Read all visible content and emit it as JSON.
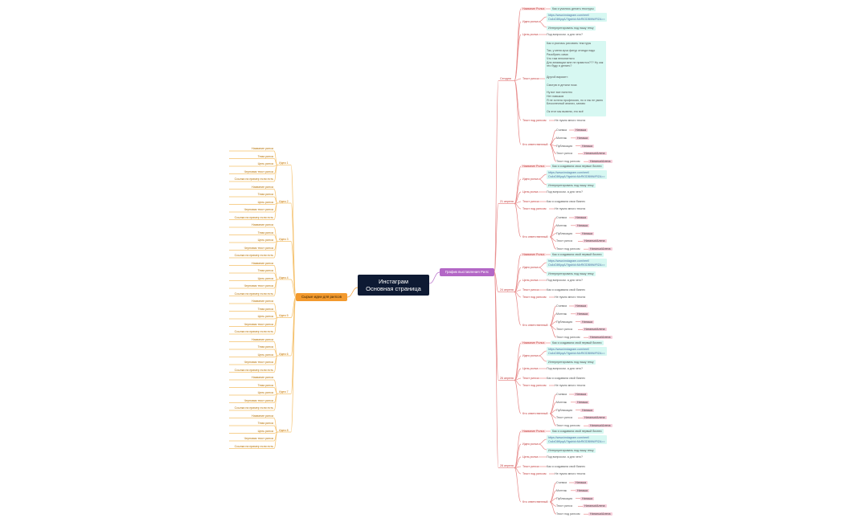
{
  "central": {
    "line1": "Инстаграм",
    "line2": "Основная страница"
  },
  "left_branch": {
    "label": "Сырые идеи для рилсов",
    "ideas": [
      {
        "label": "Идея 1",
        "leaves": [
          "Название рилса",
          "Тема рилса",
          "Цель рилса",
          "Черновик текст рилса",
          "Ссылка на пример если есть"
        ]
      },
      {
        "label": "Идея 2",
        "leaves": [
          "Название рилса",
          "Тема рилса",
          "Цель рилса",
          "Черновик текст рилса",
          "Ссылка на пример если есть"
        ]
      },
      {
        "label": "Идея 3",
        "leaves": [
          "Название рилса",
          "Тема рилса",
          "Цель рилса",
          "Черновик текст рилса",
          "Ссылка на пример если есть"
        ]
      },
      {
        "label": "Идея 4",
        "leaves": [
          "Название рилса",
          "Тема рилса",
          "Цель рилса",
          "Черновик текст рилса",
          "Ссылка на пример если есть"
        ]
      },
      {
        "label": "Идея 5",
        "leaves": [
          "Название рилса",
          "Тема рилса",
          "Цель рилса",
          "Черновик текст рилса",
          "Ссылка на пример если есть"
        ]
      },
      {
        "label": "Идея 6",
        "leaves": [
          "Название рилса",
          "Тема рилса",
          "Цель рилса",
          "Черновик текст рилса",
          "Ссылка на пример если есть"
        ]
      },
      {
        "label": "Идея 7",
        "leaves": [
          "Название рилса",
          "Тема рилса",
          "Цель рилса",
          "Черновик текст рилса",
          "Ссылка на пример если есть"
        ]
      },
      {
        "label": "Идея 8",
        "leaves": [
          "Название рилса",
          "Тема рилса",
          "Цель рилса",
          "Черновик текст рилса",
          "Ссылка на пример если есть"
        ]
      }
    ]
  },
  "right_branch": {
    "label": "График выставления Рилс",
    "dates": [
      {
        "label": "Сегодня",
        "name_label": "Название Рилса",
        "name_value": "Как я учились делать текстуры",
        "idea_label": "Идея рилса",
        "idea_link": "https://www.instagram.com/reel/\nCs4xD8KpqA/?igshid=MzRlODBiNWFlZA==",
        "idea_note": "Интерпретировать под нашу тему",
        "goal_label": "Цель рилса",
        "goal_value": "Под вопросом. а для чего?",
        "text_label": "Текст рилса",
        "text_value": "Как я училась рисовать текстуры\n\nТак, у меня куча фигур отсюда надо\nРазобрать сама\nЧто там непонятного\nДля анимации мне не нравится??? Ну как\nэто буду я делать?\n\n\nДругой вариант:\n\nСмотрю в детали поза\n\nНу вот все понятно\nНет навыков\nЯ не хотела профессию, но я так не умею\nБесконечный анализ, заново\n\nОк этот мы вывели, это всё",
        "under_label": "Текст под рилсом",
        "under_value": "Не нужно много текста",
        "resp_label": "Кто ответственный",
        "responsibles": [
          {
            "task": "Съемка",
            "person": "Наташа"
          },
          {
            "task": "Монтаж",
            "person": "Наташа"
          },
          {
            "task": "Публикация",
            "person": "Наташа"
          },
          {
            "task": "Текст рилса",
            "person": "Наталья/Алена"
          },
          {
            "task": "Текст под рилсом",
            "person": "Наталья/Алена"
          }
        ]
      },
      {
        "label": "21 апреля",
        "name_label": "Название Рилса",
        "name_value": "Как я создавала свои первые бизнес",
        "idea_label": "Идея рилса",
        "idea_link": "https://www.instagram.com/reel/\nCs4xD8KpqA/?igshid=MzRlODBiNWFlZA==",
        "idea_note": "Интерпретировать под нашу тему",
        "goal_label": "Цель рилса",
        "goal_value": "Под вопросом. а для чего?",
        "text_label": "Текст рилса",
        "text_value": "Как я создавала свои бизнес",
        "under_label": "Текст под рилсом",
        "under_value": "Не нужно много текста",
        "resp_label": "Кто ответственный",
        "responsibles": [
          {
            "task": "Съемка",
            "person": "Наташа"
          },
          {
            "task": "Монтаж",
            "person": "Наташа"
          },
          {
            "task": "Публикация",
            "person": "Наташа"
          },
          {
            "task": "Текст рилса",
            "person": "Наталья/Алена"
          },
          {
            "task": "Текст под рилсом",
            "person": "Наталья/Алена"
          }
        ]
      },
      {
        "label": "24 апреля",
        "name_label": "Название Рилса",
        "name_value": "Как я создавала свой первый бизнес",
        "idea_label": "Идея рилса",
        "idea_link": "https://www.instagram.com/reel/\nCs4xD8KpqA/?igshid=MzRlODBiNWFlZA==",
        "idea_note": "Интерпретировать под нашу тему",
        "goal_label": "Цель рилса",
        "goal_value": "Под вопросом. а для чего?",
        "text_label": "Текст рилса",
        "text_value": "Как я создавала свой бизнес",
        "under_label": "Текст под рилсом",
        "under_value": "Не нужно много текста",
        "resp_label": "Кто ответственный",
        "responsibles": [
          {
            "task": "Съемка",
            "person": "Наташа"
          },
          {
            "task": "Монтаж",
            "person": "Наташа"
          },
          {
            "task": "Публикация",
            "person": "Наташа"
          },
          {
            "task": "Текст рилса",
            "person": "Наталья/Алена"
          },
          {
            "task": "Текст под рилсом",
            "person": "Наталья/Алена"
          }
        ]
      },
      {
        "label": "26 апреля",
        "name_label": "Название Рилса",
        "name_value": "Как я создавала свой первый бизнес",
        "idea_label": "Идея рилса",
        "idea_link": "https://www.instagram.com/reel/\nCs4xD8KpqA/?igshid=MzRlODBiNWFlZA==",
        "idea_note": "Интерпретировать под нашу тему",
        "goal_label": "Цель рилса",
        "goal_value": "Под вопросом. а для чего?",
        "text_label": "Текст рилса",
        "text_value": "Как я создавала свой бизнес",
        "under_label": "Текст под рилсом",
        "under_value": "Не нужно много текста",
        "resp_label": "Кто ответственный",
        "responsibles": [
          {
            "task": "Съемка",
            "person": "Наташа"
          },
          {
            "task": "Монтаж",
            "person": "Наташа"
          },
          {
            "task": "Публикация",
            "person": "Наташа"
          },
          {
            "task": "Текст рилса",
            "person": "Наталья/Алена"
          },
          {
            "task": "Текст под рилсом",
            "person": "Наталья/Алена"
          }
        ]
      },
      {
        "label": "28 апреля",
        "name_label": "Название Рилса",
        "name_value": "Как я создавала свой первый бизнес",
        "idea_label": "Идея рилса",
        "idea_link": "https://www.instagram.com/reel/\nCs4xD8KpqA/?igshid=MzRlODBiNWFlZA==",
        "idea_note": "Интерпретировать под нашу тему",
        "goal_label": "Цель рилса",
        "goal_value": "Под вопросом. а для чего?",
        "text_label": "Текст рилса",
        "text_value": "Как я создавала свой бизнес",
        "under_label": "Текст под рилсом",
        "under_value": "Не нужно много текста",
        "resp_label": "Кто ответственный",
        "responsibles": [
          {
            "task": "Съемка",
            "person": "Наташа"
          },
          {
            "task": "Монтаж",
            "person": "Наташа"
          },
          {
            "task": "Публикация",
            "person": "Наташа"
          },
          {
            "task": "Текст рилса",
            "person": "Наталья/Алена"
          },
          {
            "task": "Текст под рилсом",
            "person": "Наталья/Алена"
          }
        ]
      }
    ]
  },
  "colors": {
    "central_bg": "#0e1a33",
    "left_branch": "#f39a2e",
    "right_branch": "#b367c6",
    "date_line": "#e88c8c",
    "idea_line": "#f5c06a",
    "cyan_note": "#d7f8f2",
    "pink_badge": "#f7d0dc"
  }
}
